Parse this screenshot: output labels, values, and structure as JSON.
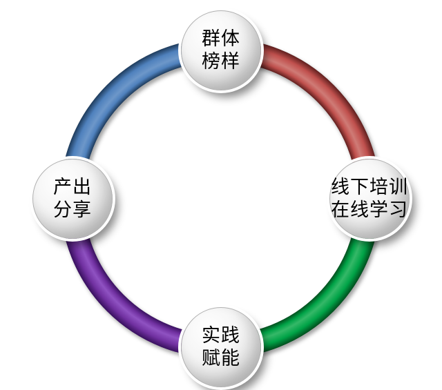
{
  "diagram": {
    "type": "cycle",
    "background": "#ffffff",
    "nodes": [
      {
        "id": "top",
        "label": "群体榜样",
        "lines": [
          "群体",
          "榜样"
        ]
      },
      {
        "id": "right",
        "label": "线下培训在线学习",
        "lines": [
          "线下培训",
          "在线学习"
        ]
      },
      {
        "id": "bottom",
        "label": "实践赋能",
        "lines": [
          "实践",
          "赋能"
        ]
      },
      {
        "id": "left",
        "label": "产出分享",
        "lines": [
          "产出",
          "分享"
        ]
      }
    ],
    "segments": [
      {
        "id": "top-left",
        "from": "left",
        "to": "top",
        "color": "#4f81bd",
        "color_dark": "#1d3a5a",
        "color_light": "#6d97c9"
      },
      {
        "id": "top-right",
        "from": "top",
        "to": "right",
        "color": "#c0504d",
        "color_dark": "#5f1f1e",
        "color_light": "#cf7b76"
      },
      {
        "id": "bottom-right",
        "from": "right",
        "to": "bottom",
        "color": "#00a347",
        "color_dark": "#004d1d",
        "color_light": "#35b868"
      },
      {
        "id": "bottom-left",
        "from": "bottom",
        "to": "left",
        "color": "#7030a0",
        "color_dark": "#38105e",
        "color_light": "#8f52c2"
      }
    ],
    "node_style": {
      "fill_center": "#ffffff",
      "fill_edge": "#b2b2b2",
      "halo": "#ffffff",
      "text_color": "#000000"
    }
  }
}
